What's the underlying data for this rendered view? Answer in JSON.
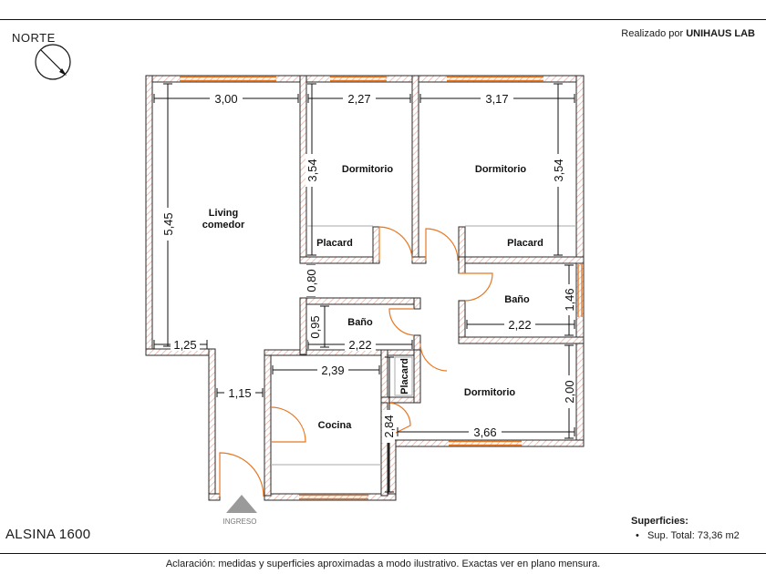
{
  "header": {
    "north_label": "NORTE",
    "credit_prefix": "Realizado por",
    "credit_brand": "UNIHAUS LAB"
  },
  "plan": {
    "rooms": {
      "living": [
        "Living",
        "comedor"
      ],
      "dorm_1": "Dormitorio",
      "dorm_2": "Dormitorio",
      "dorm_3": "Dormitorio",
      "placard_1": "Placard",
      "placard_2": "Placard",
      "placard_3": "Placard",
      "bath_1": "Baño",
      "bath_2": "Baño",
      "kitchen": "Cocina"
    },
    "entrance_label": "INGRESO",
    "dimensions": {
      "living_width": "3,00",
      "living_height": "5,45",
      "living_bottom": "1,25",
      "entry_width": "1,15",
      "dorm1_width": "2,27",
      "dorm1_height": "3,54",
      "dorm2_width": "3,17",
      "dorm2_height": "3,54",
      "hall_height": "0,80",
      "bath1_height": "0,95",
      "bath1_width": "2,22",
      "bath2_width": "2,22",
      "bath2_height": "1,46",
      "kitchen_width": "2,39",
      "kitchen_height": "2,84",
      "dorm3_width": "3,66",
      "dorm3_height": "2,00"
    }
  },
  "footer": {
    "address": "ALSINA 1600",
    "surfaces_title": "Superficies:",
    "surface_total": "Sup. Total: 73,36 m2",
    "disclaimer": "Aclaración: medidas y superficies aproximadas a modo ilustrativo. Exactas ver en plano mensura."
  },
  "colors": {
    "wall": "#2a2a2a",
    "hatch": "#e8a898",
    "accent": "#e87722",
    "entrance_marker": "#9a9a9a"
  }
}
